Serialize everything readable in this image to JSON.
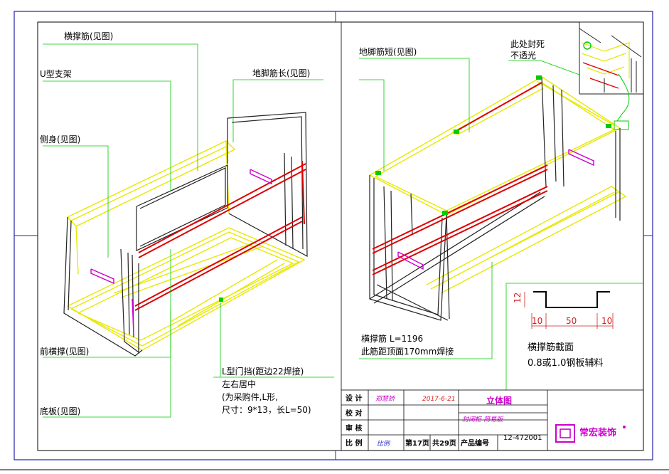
{
  "callouts": {
    "cross_rib": "横撑筋(见图)",
    "u_bracket": "U型支架",
    "side_body": "侧身(见图)",
    "front_brace": "前横撑(见图)",
    "base_plate": "底板(见图)",
    "foot_rib_long": "地脚筋长(见图)",
    "foot_rib_short": "地脚筋短(见图)",
    "seal_note_line1": "此处封死",
    "seal_note_line2": "不透光",
    "door_stop_line1": "L型门挡(距边22焊接)",
    "door_stop_line2": "左右居中",
    "door_stop_line3": "(为采购件,L形,",
    "door_stop_line4": "尺寸：9*13，长L=50)",
    "rib_note_line1": "横撑筋 L=1196",
    "rib_note_line2": "此筋距顶面170mm焊接"
  },
  "section": {
    "title": "横撑筋截面",
    "note": "0.8或1.0钢板辅料",
    "dim_height": "12",
    "dim_left": "10",
    "dim_mid": "50",
    "dim_right": "10"
  },
  "title_block": {
    "label_design": "设 计",
    "label_check": "校 对",
    "label_review": "审 核",
    "label_scale": "比 例",
    "designer": "郑慧娇",
    "date": "2017-6-21",
    "drawing_title": "立体图",
    "drawing_subtitle": "封闭柜-简易版",
    "scale_value": "比例",
    "page": "第17页",
    "total": "共29页",
    "product_no_label": "产品编号",
    "product_no": "12-472001",
    "brand": "常宏装饰"
  },
  "colors": {
    "yellow": "#e8e800",
    "red": "#dd0000",
    "green": "#00cc00",
    "magenta": "#cc00cc",
    "frame": "#2222aa",
    "dark": "#222222"
  }
}
